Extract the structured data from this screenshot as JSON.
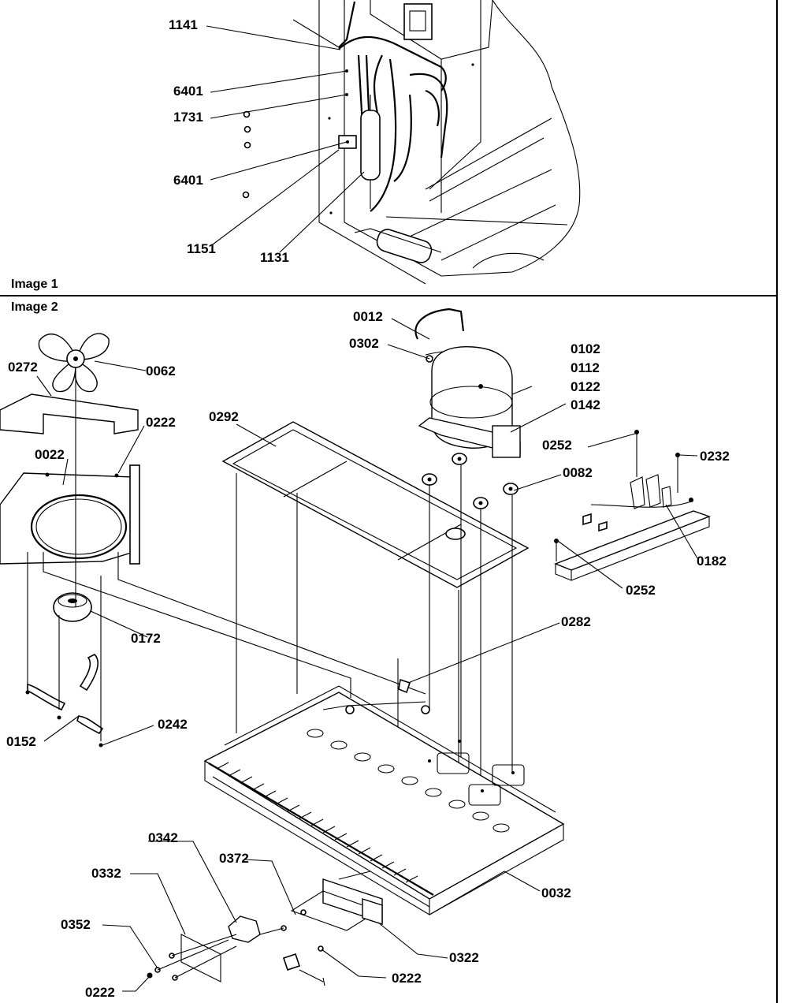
{
  "panels": {
    "image1_caption": "Image 1",
    "image2_caption": "Image 2"
  },
  "callouts": {
    "c1141": "1141",
    "c6401a": "6401",
    "c1731": "1731",
    "c6401b": "6401",
    "c1151": "1151",
    "c1131": "1131",
    "c0012": "0012",
    "c0302": "0302",
    "c0102": "0102",
    "c0112": "0112",
    "c0122": "0122",
    "c0142": "0142",
    "c0272": "0272",
    "c0062": "0062",
    "c0222a": "0222",
    "c0292": "0292",
    "c0022": "0022",
    "c0252a": "0252",
    "c0232": "0232",
    "c0082": "0082",
    "c0182": "0182",
    "c0252b": "0252",
    "c0172": "0172",
    "c0282": "0282",
    "c0152": "0152",
    "c0242": "0242",
    "c0342": "0342",
    "c0372": "0372",
    "c0332": "0332",
    "c0032": "0032",
    "c0352": "0352",
    "c0322": "0322",
    "c0222b": "0222",
    "c0222c": "0222"
  }
}
